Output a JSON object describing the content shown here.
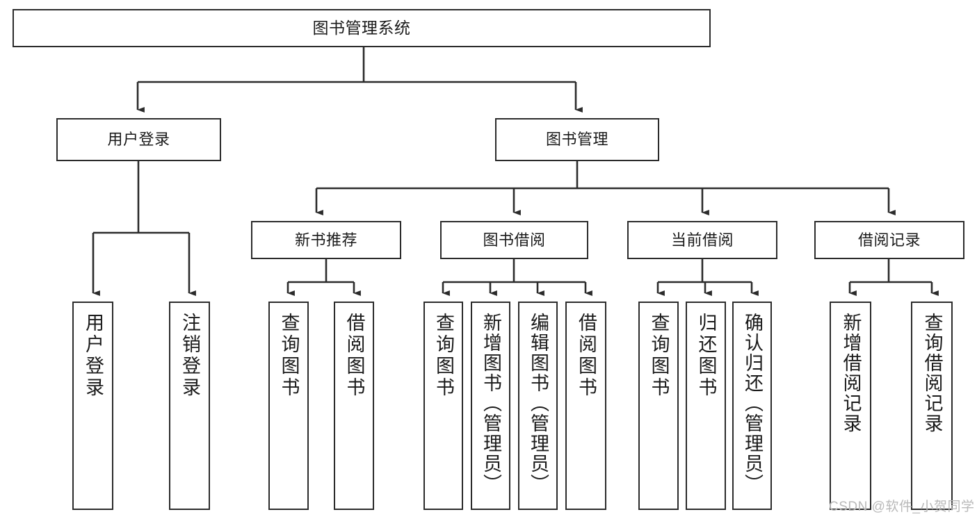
{
  "diagram": {
    "type": "tree",
    "title": "图书管理系统",
    "root": {
      "label": "图书管理系统"
    },
    "level2": [
      {
        "label": "用户登录"
      },
      {
        "label": "图书管理"
      }
    ],
    "level3": [
      {
        "label": "新书推荐"
      },
      {
        "label": "图书借阅"
      },
      {
        "label": "当前借阅"
      },
      {
        "label": "借阅记录"
      }
    ],
    "leaves": {
      "user_login": [
        {
          "label": "用户登录"
        },
        {
          "label": "注销登录"
        }
      ],
      "new_book_recommend": [
        {
          "label": "查询图书"
        },
        {
          "label": "借阅图书"
        }
      ],
      "book_borrow": [
        {
          "label": "查询图书"
        },
        {
          "label": "新增图书（管理员）"
        },
        {
          "label": "编辑图书（管理员）"
        },
        {
          "label": "借阅图书"
        }
      ],
      "current_borrow": [
        {
          "label": "查询图书"
        },
        {
          "label": "归还图书"
        },
        {
          "label": "确认归还（管理员）"
        }
      ],
      "borrow_records": [
        {
          "label": "新增借阅记录"
        },
        {
          "label": "查询借阅记录"
        }
      ]
    }
  },
  "watermark": {
    "text": "CSDN @软件_小贺同学"
  },
  "colors": {
    "stroke": "#2b2b2b",
    "fill": "#ffffff",
    "text": "#1a1a1a",
    "watermark": "#b9b9b9"
  }
}
